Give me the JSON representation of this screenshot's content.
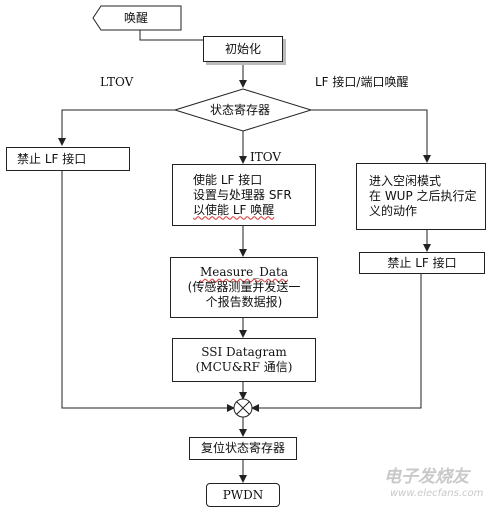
{
  "nodes": {
    "wake": "唤醒",
    "init": "初始化",
    "status_reg": "状态寄存器",
    "disable_lf_left": "禁止 LF 接口",
    "enable_lf": [
      "使能 LF 接口",
      "设置与处理器 SFR",
      "以使能 LF 唤醒"
    ],
    "measure_data": [
      "Measure_Data",
      "(传感器测量并发送一",
      "个报告数据报)"
    ],
    "ssi_datagram": [
      "SSI Datagram",
      "(MCU&RF 通信)"
    ],
    "idle_mode": [
      "进入空闲模式",
      "在 WUP 之后执行定",
      "义的动作"
    ],
    "disable_lf_right": "禁止 LF 接口",
    "reset_status": "复位状态寄存器",
    "pwdn": "PWDN"
  },
  "edge_labels": {
    "ltov": "LTOV",
    "itov": "ITOV",
    "lf_port_wake": "LF 接口/端口唤醒"
  },
  "watermark": {
    "brand": "电子发烧友",
    "url": "www.elecfans.com"
  }
}
